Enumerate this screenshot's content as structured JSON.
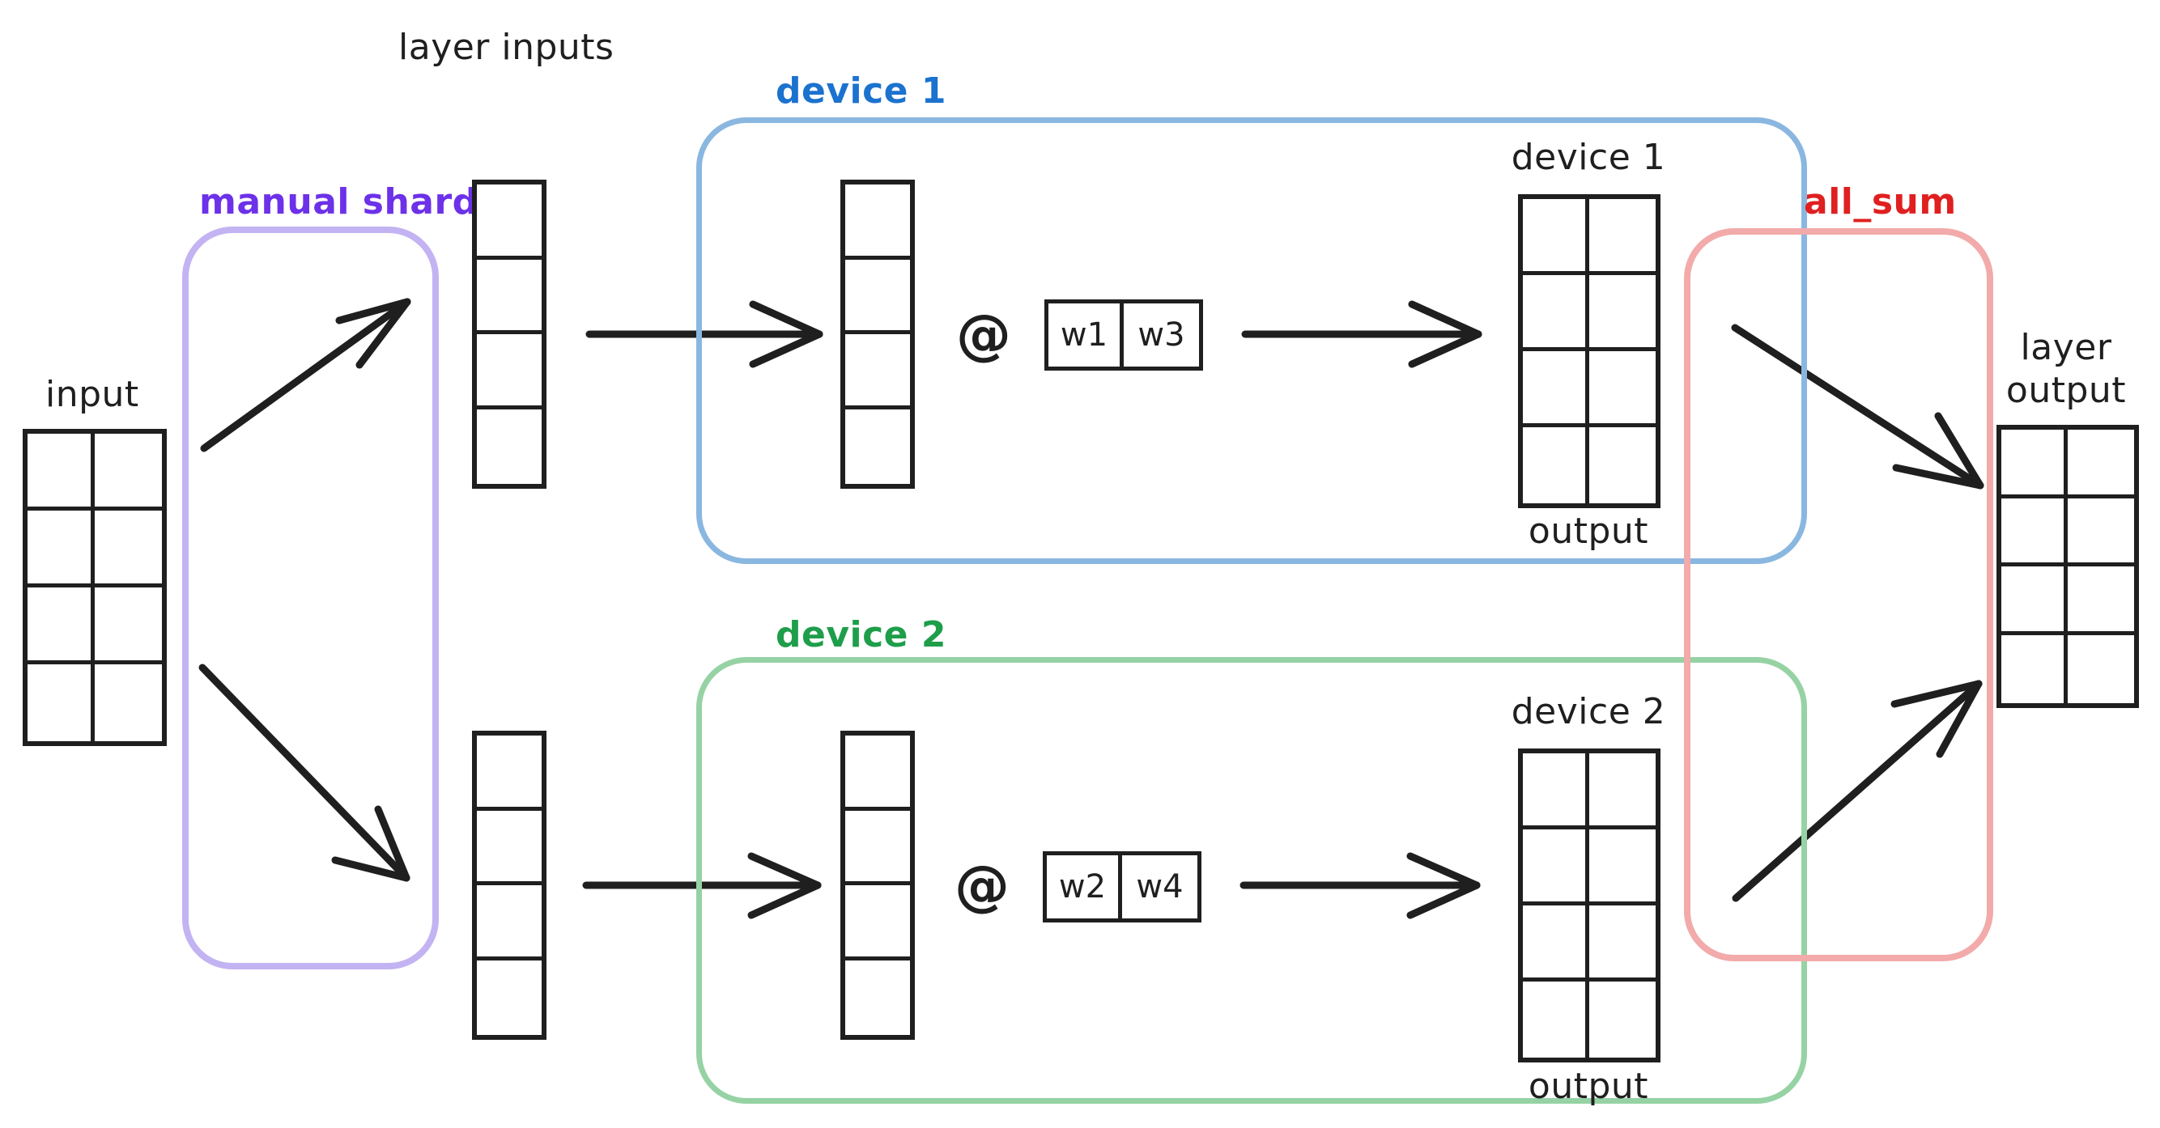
{
  "diagram": {
    "title_labels": {
      "layer_inputs": "layer inputs",
      "input": "input",
      "layer_output_line1": "layer",
      "layer_output_line2": "output"
    },
    "groups": [
      {
        "id": "manual-shard",
        "label": "manual shard",
        "color": "#6c31e8",
        "border_color": "#c3b3f2"
      },
      {
        "id": "device-1",
        "label": "device 1",
        "color": "#1b72cf",
        "border_color": "#8ab7e0"
      },
      {
        "id": "device-2",
        "label": "device 2",
        "color": "#1e9e4a",
        "border_color": "#96d2a4"
      },
      {
        "id": "all-sum",
        "label": "all_sum",
        "color": "#e02020",
        "border_color": "#f2aaaa"
      }
    ],
    "devices": [
      {
        "id": "device-1",
        "operator": "@",
        "weights": [
          "w1",
          "w3"
        ],
        "output_title": "device 1",
        "output_caption": "output",
        "shard_rows": 4,
        "shard_cols": 1,
        "output_rows": 4,
        "output_cols": 2
      },
      {
        "id": "device-2",
        "operator": "@",
        "weights": [
          "w2",
          "w4"
        ],
        "output_title": "device 2",
        "output_caption": "output",
        "shard_rows": 4,
        "shard_cols": 1,
        "output_rows": 4,
        "output_cols": 2
      }
    ],
    "matrices": {
      "input": {
        "rows": 4,
        "cols": 2
      },
      "layer_input": {
        "rows": 4,
        "cols": 1
      },
      "layer_output": {
        "rows": 4,
        "cols": 2
      }
    }
  }
}
